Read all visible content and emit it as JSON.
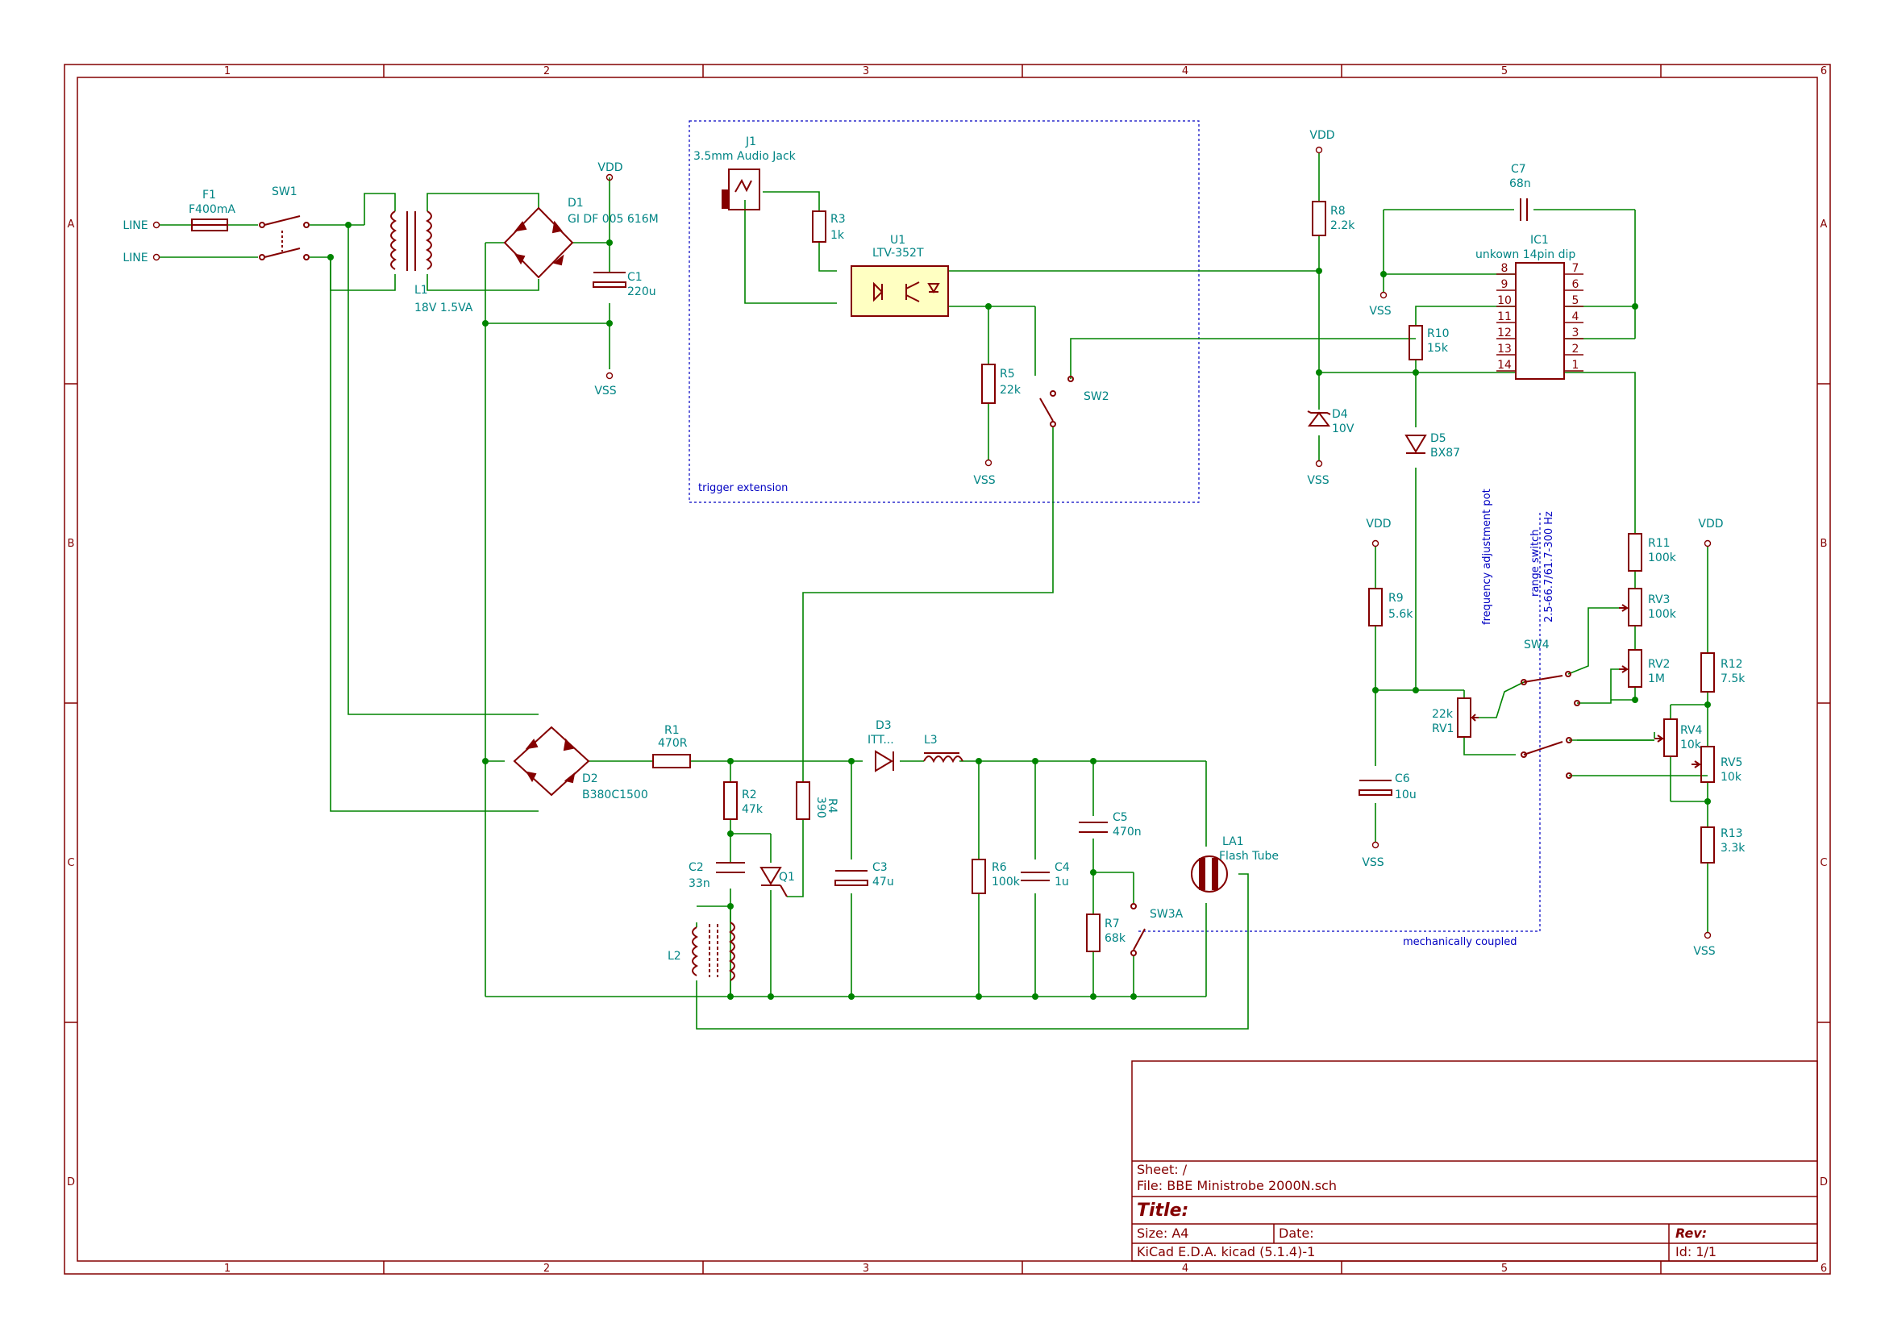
{
  "border": {
    "cols": [
      "1",
      "2",
      "3",
      "4",
      "5",
      "6"
    ],
    "rows": [
      "A",
      "B",
      "C",
      "D"
    ]
  },
  "title_block": {
    "sheet": "Sheet: /",
    "file": "File: BBE Ministrobe 2000N.sch",
    "title": "Title:",
    "size": "Size: A4",
    "date": "Date:",
    "rev": "Rev:",
    "tool": "KiCad E.D.A.  kicad (5.1.4)-1",
    "id": "Id: 1/1"
  },
  "power": {
    "vdd": "VDD",
    "vss": "VSS",
    "line": "LINE"
  },
  "components": {
    "F1": {
      "ref": "F1",
      "value": "F400mA"
    },
    "SW1": {
      "ref": "SW1"
    },
    "L1": {
      "ref": "L1",
      "value": "18V 1.5VA"
    },
    "D1": {
      "ref": "D1",
      "value": "GI DF 005 616M"
    },
    "C1": {
      "ref": "C1",
      "value": "220u"
    },
    "J1": {
      "ref": "J1",
      "value": "3.5mm Audio Jack"
    },
    "R3": {
      "ref": "R3",
      "value": "1k"
    },
    "U1": {
      "ref": "U1",
      "value": "LTV-352T"
    },
    "R5": {
      "ref": "R5",
      "value": "22k"
    },
    "SW2": {
      "ref": "SW2"
    },
    "R8": {
      "ref": "R8",
      "value": "2.2k"
    },
    "C7": {
      "ref": "C7",
      "value": "68n"
    },
    "IC1": {
      "ref": "IC1",
      "value": "unkown 14pin dip"
    },
    "R10": {
      "ref": "R10",
      "value": "15k"
    },
    "D4": {
      "ref": "D4",
      "value": "10V"
    },
    "D5": {
      "ref": "D5",
      "value": "BX87"
    },
    "R11": {
      "ref": "R11",
      "value": "100k"
    },
    "RV3": {
      "ref": "RV3",
      "value": "100k"
    },
    "RV2": {
      "ref": "RV2",
      "value": "1M"
    },
    "R9": {
      "ref": "R9",
      "value": "5.6k"
    },
    "RV1": {
      "ref": "RV1",
      "value": "22k"
    },
    "SW4": {
      "ref": "SW4"
    },
    "R12": {
      "ref": "R12",
      "value": "7.5k"
    },
    "RV4": {
      "ref": "RV4",
      "value": "10k"
    },
    "RV5": {
      "ref": "RV5",
      "value": "10k"
    },
    "R13": {
      "ref": "R13",
      "value": "3.3k"
    },
    "C6": {
      "ref": "C6",
      "value": "10u"
    },
    "D2": {
      "ref": "D2",
      "value": "B380C1500"
    },
    "R1": {
      "ref": "R1",
      "value": "470R"
    },
    "D3": {
      "ref": "D3",
      "value": "ITT..."
    },
    "L3": {
      "ref": "L3"
    },
    "R2": {
      "ref": "R2",
      "value": "47k"
    },
    "R4": {
      "ref": "R4",
      "value": "390"
    },
    "C2": {
      "ref": "C2",
      "value": "33n"
    },
    "Q1": {
      "ref": "Q1"
    },
    "C3": {
      "ref": "C3",
      "value": "47u"
    },
    "R6": {
      "ref": "R6",
      "value": "100k"
    },
    "C4": {
      "ref": "C4",
      "value": "1u"
    },
    "C5": {
      "ref": "C5",
      "value": "470n"
    },
    "R7": {
      "ref": "R7",
      "value": "68k"
    },
    "SW3A": {
      "ref": "SW3A"
    },
    "LA1": {
      "ref": "LA1",
      "value": "Flash Tube"
    },
    "L2": {
      "ref": "L2"
    }
  },
  "ic1_pins_left": [
    "8",
    "9",
    "10",
    "11",
    "12",
    "13",
    "14"
  ],
  "ic1_pins_right": [
    "7",
    "6",
    "5",
    "4",
    "3",
    "2",
    "1"
  ],
  "annotations": {
    "trigger_extension": "trigger extension",
    "mechanically_coupled": "mechanically coupled",
    "freq_pot": "frequency adjustment pot",
    "range_switch_1": "range switch",
    "range_switch_2": "2.5-66.7/61.7-300 Hz"
  },
  "colors": {
    "frame": "#840000",
    "wire": "#008400",
    "label": "#008484",
    "note": "#0000c2",
    "ic_fill": "#ffffc2"
  }
}
